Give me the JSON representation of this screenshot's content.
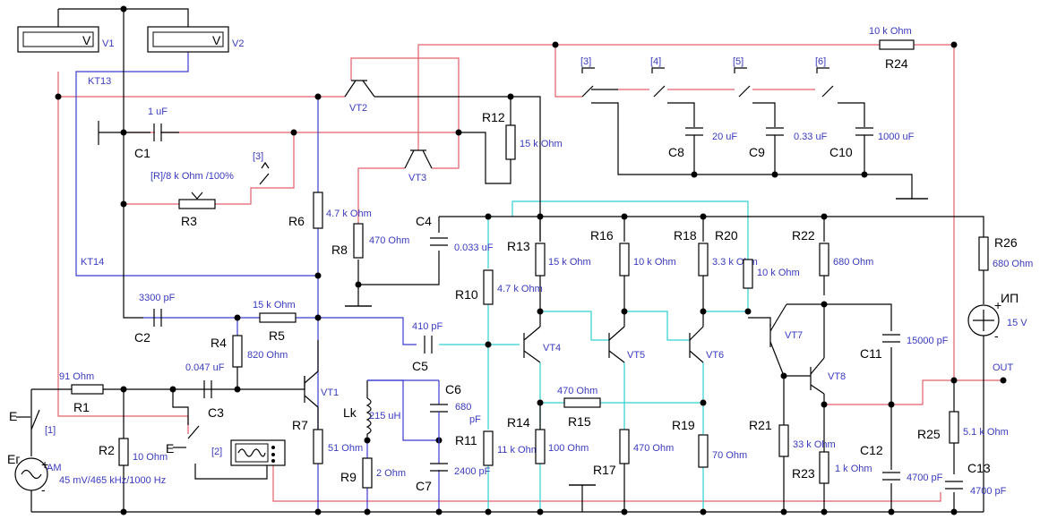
{
  "meters": [
    {
      "id": "V1",
      "unit": "V"
    },
    {
      "id": "V2",
      "unit": "V"
    }
  ],
  "probes": {
    "kt13": "KT13",
    "kt14": "KT14"
  },
  "resistors": [
    {
      "id": "R1",
      "value": "91  Ohm"
    },
    {
      "id": "R2",
      "value": "10  Ohm"
    },
    {
      "id": "R3",
      "value": "[R]/8 k Ohm /100%"
    },
    {
      "id": "R4",
      "value": "820  Ohm"
    },
    {
      "id": "R5",
      "value": "15 k Ohm"
    },
    {
      "id": "R6",
      "value": "4.7 k Ohm"
    },
    {
      "id": "R7",
      "value": "51  Ohm"
    },
    {
      "id": "R8",
      "value": "470  Ohm"
    },
    {
      "id": "R9",
      "value": "2  Ohm"
    },
    {
      "id": "R10",
      "value": "4.7 k Ohm"
    },
    {
      "id": "R11",
      "value": "11 k Ohm"
    },
    {
      "id": "R12",
      "value": "15 k Ohm"
    },
    {
      "id": "R13",
      "value": "15 k Ohm"
    },
    {
      "id": "R14",
      "value": "100  Ohm"
    },
    {
      "id": "R15",
      "value": "470  Ohm"
    },
    {
      "id": "R16",
      "value": "10 k Ohm"
    },
    {
      "id": "R17",
      "value": "470  Ohm"
    },
    {
      "id": "R18",
      "value": "3.3 k Ohm"
    },
    {
      "id": "R19",
      "value": "70  Ohm"
    },
    {
      "id": "R20",
      "value": "10 k Ohm"
    },
    {
      "id": "R21",
      "value": "33 k Ohm"
    },
    {
      "id": "R22",
      "value": "680  Ohm"
    },
    {
      "id": "R23",
      "value": "1 k Ohm"
    },
    {
      "id": "R24",
      "value": "10 k Ohm"
    },
    {
      "id": "R25",
      "value": "5.1 k Ohm"
    },
    {
      "id": "R26",
      "value": "680  Ohm"
    }
  ],
  "capacitors": [
    {
      "id": "C1",
      "value": "1 uF"
    },
    {
      "id": "C2",
      "value": "3300 pF"
    },
    {
      "id": "C3",
      "value": "0.047 uF"
    },
    {
      "id": "C4",
      "value": "0.033 uF"
    },
    {
      "id": "C5",
      "value": "410 pF"
    },
    {
      "id": "C6",
      "value": "680"
    },
    {
      "id": "C6u",
      "value": "pF"
    },
    {
      "id": "C7",
      "value": "2400 pF"
    },
    {
      "id": "C8",
      "value": "20 uF"
    },
    {
      "id": "C9",
      "value": "0.33 uF"
    },
    {
      "id": "C10",
      "value": "1000 uF"
    },
    {
      "id": "C11",
      "value": "15000 pF"
    },
    {
      "id": "C12",
      "value": "4700 pF"
    },
    {
      "id": "C13",
      "value": "4700 pF"
    }
  ],
  "transistors": [
    "VT1",
    "VT2",
    "VT3",
    "VT4",
    "VT5",
    "VT6",
    "VT7",
    "VT8"
  ],
  "inductor": {
    "id": "Lk",
    "value": "215 uH"
  },
  "switch_keys": [
    "[1]",
    "[2]",
    "[3]",
    "[3]",
    "[4]",
    "[5]",
    "[6]"
  ],
  "generator": {
    "id": "Eг",
    "am": "AM",
    "value": "45 mV/465 kHz/1000 Hz",
    "plus": "+",
    "minus": "-"
  },
  "supply": {
    "id": "ИП",
    "value": "15 V",
    "plus": "+",
    "minus": "-"
  },
  "output": {
    "label": "OUT"
  },
  "e_labels": [
    "E",
    "E"
  ]
}
